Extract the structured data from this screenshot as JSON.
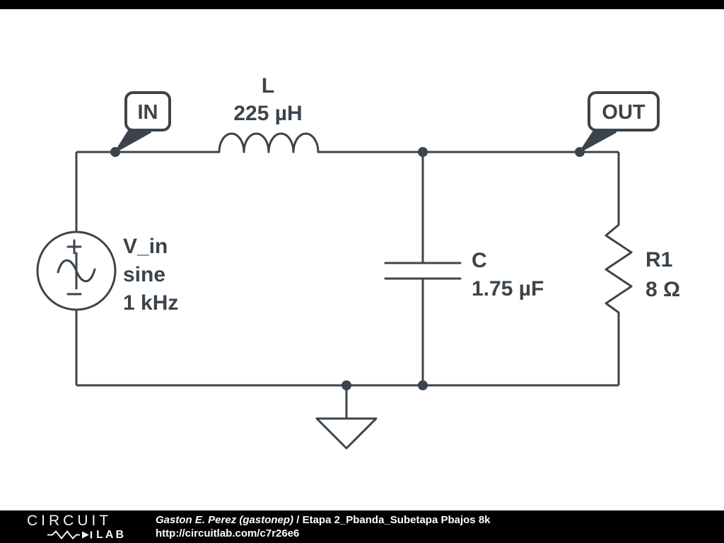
{
  "colors": {
    "wire": "#3b444c",
    "background": "#ffffff",
    "bars": "#000000",
    "footer_text": "#ffffff"
  },
  "circuit": {
    "flags": {
      "in": "IN",
      "out": "OUT"
    },
    "inductor": {
      "name": "L",
      "value": "225 µH"
    },
    "source": {
      "name": "V_in",
      "waveform": "sine",
      "frequency": "1 kHz"
    },
    "capacitor": {
      "name": "C",
      "value": "1.75 µF"
    },
    "resistor": {
      "name": "R1",
      "value": "8 Ω"
    }
  },
  "footer": {
    "logo_line1": "CIRCUIT",
    "logo_line2": "LAB",
    "author": "Gaston E. Perez (gastonep)",
    "separator": " / ",
    "project": "Etapa 2_Pbanda_Subetapa Pbajos 8k",
    "url": "http://circuitlab.com/c7r26e6"
  }
}
